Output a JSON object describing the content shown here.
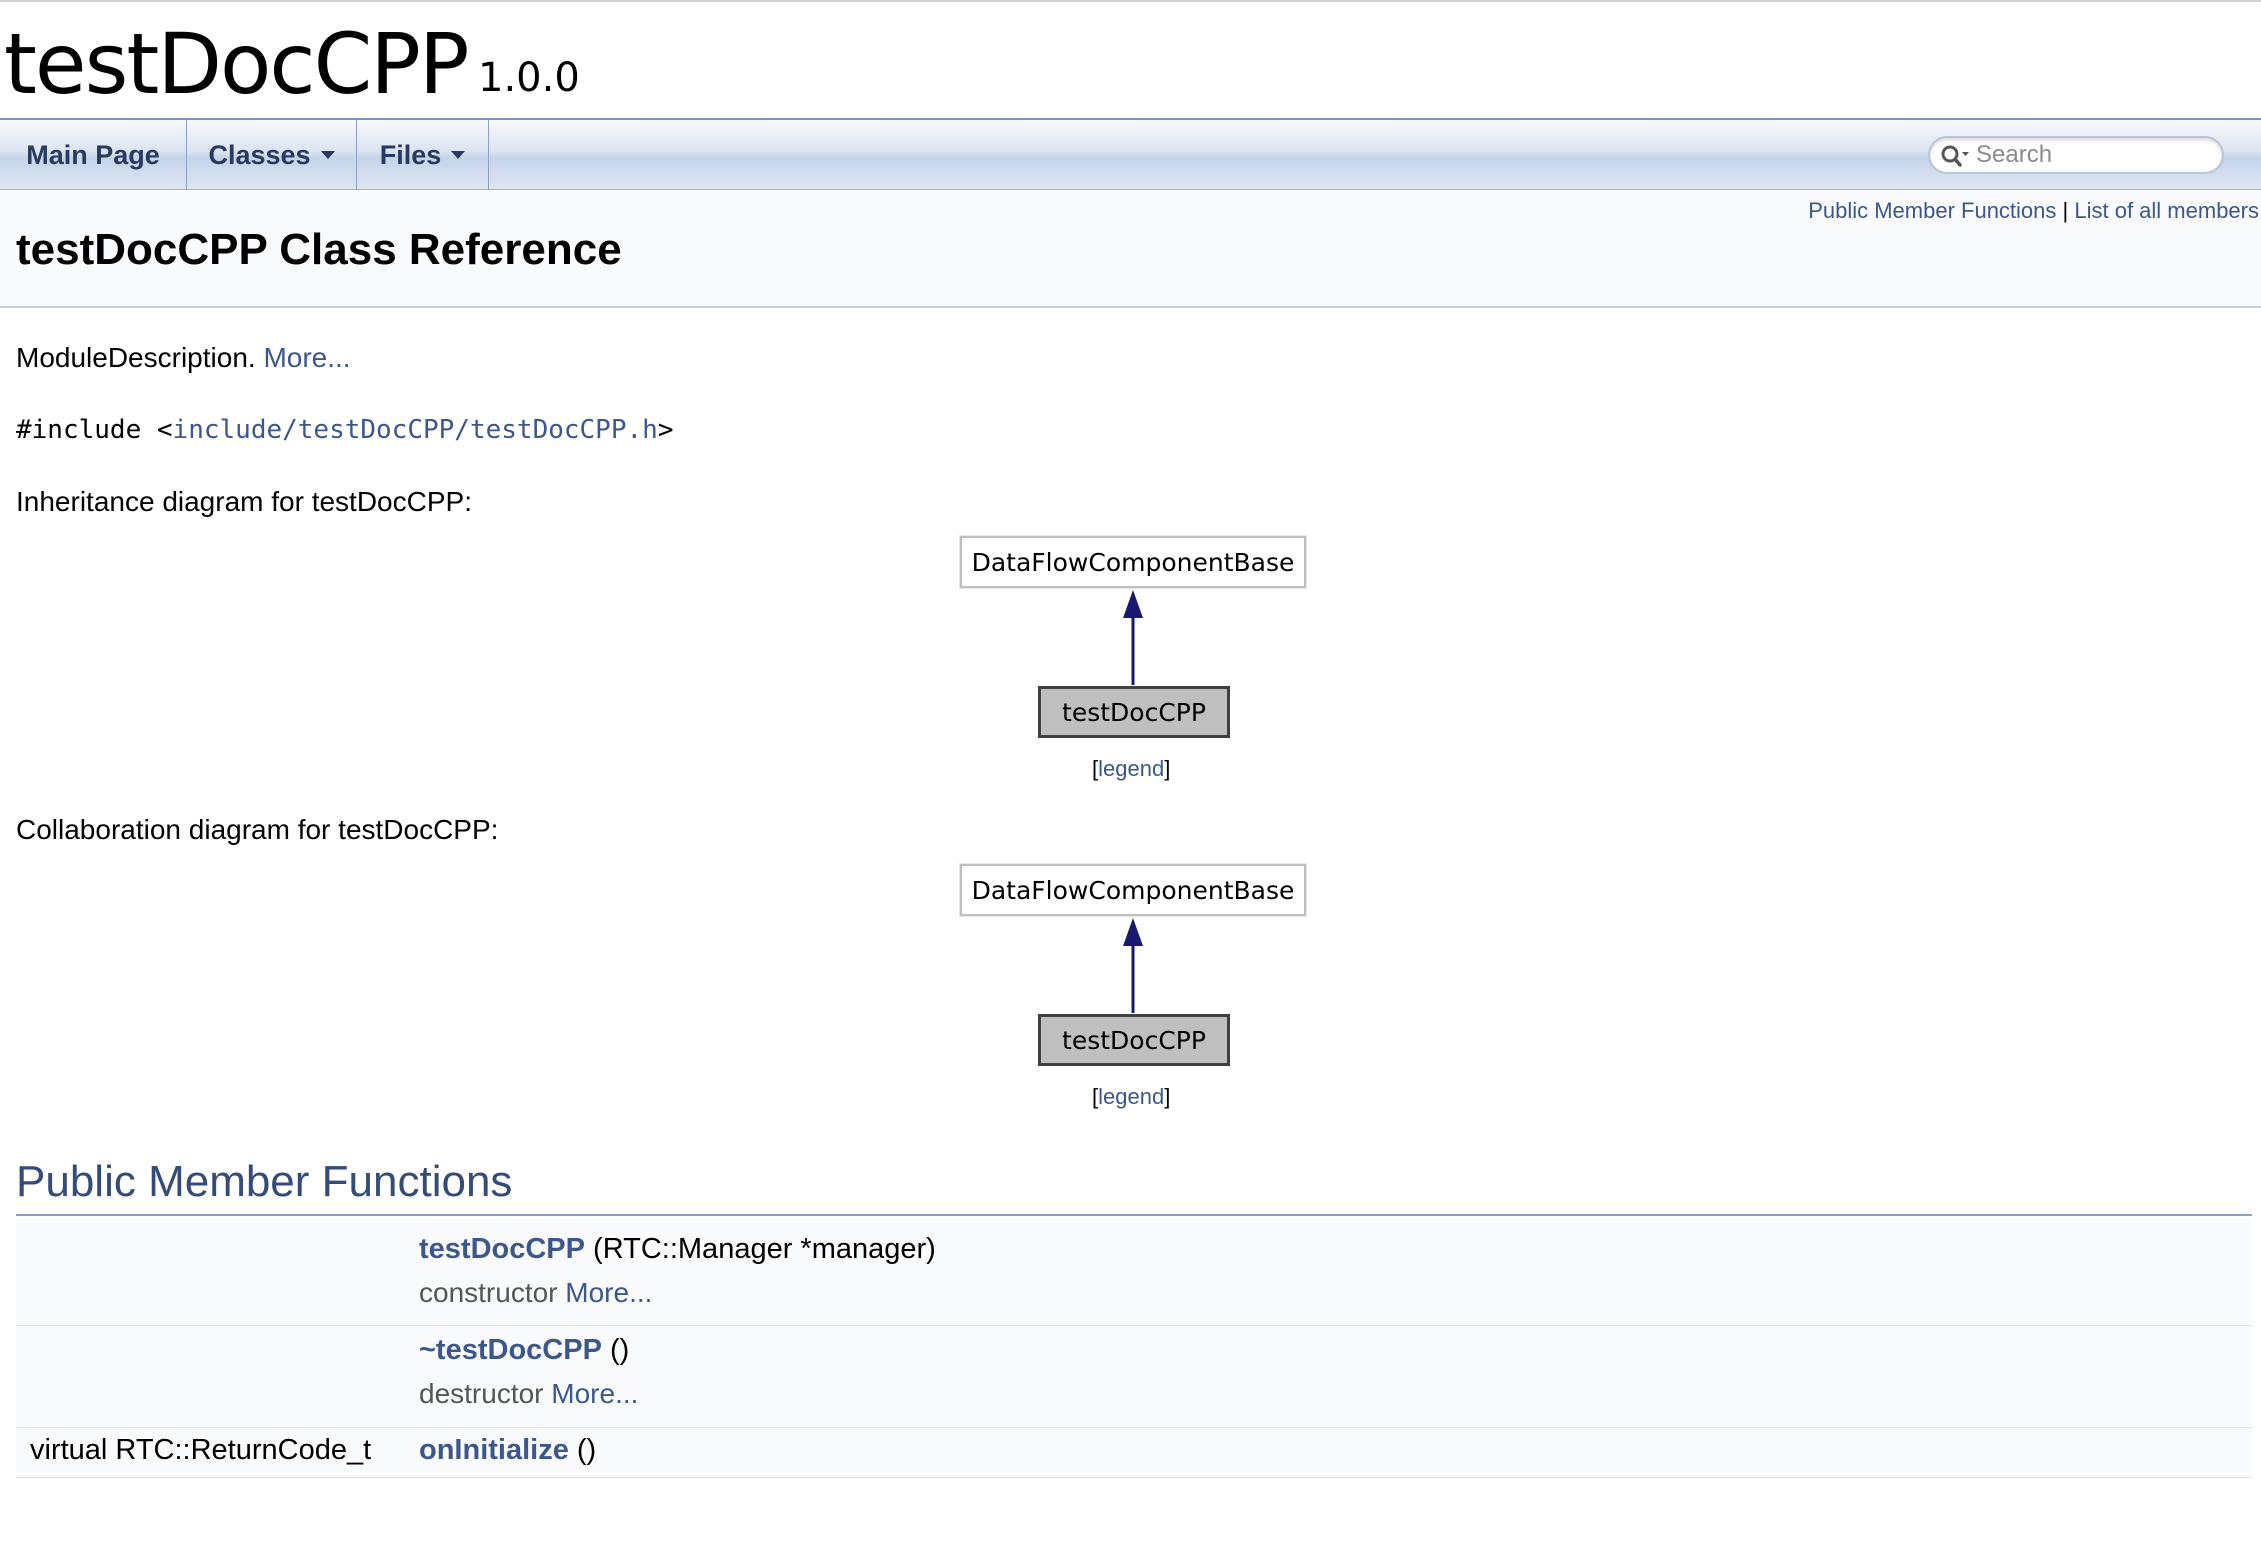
{
  "project": {
    "name": "testDocCPP",
    "number": "1.0.0"
  },
  "nav": {
    "tabs": [
      {
        "label": "Main Page"
      },
      {
        "label": "Classes"
      },
      {
        "label": "Files"
      }
    ],
    "search_placeholder": "Search"
  },
  "header": {
    "summary_links": [
      "Public Member Functions",
      "List of all members"
    ],
    "summary_separator": "|",
    "title": "testDocCPP Class Reference"
  },
  "brief": {
    "text": "ModuleDescription.",
    "more": "More..."
  },
  "include": {
    "prefix": "#include ",
    "open": "<",
    "path": "include/testDocCPP/testDocCPP.h",
    "close": ">"
  },
  "inheritance": {
    "caption": "Inheritance diagram for testDocCPP:",
    "base": "DataFlowComponentBase",
    "current": "testDocCPP",
    "legend": "legend"
  },
  "collaboration": {
    "caption": "Collaboration diagram for testDocCPP:",
    "base": "DataFlowComponentBase",
    "current": "testDocCPP",
    "legend": "legend"
  },
  "public_member_functions": {
    "heading": "Public Member Functions",
    "members": [
      {
        "type": "",
        "name": "testDocCPP",
        "args": " (RTC::Manager *manager)",
        "desc": "constructor ",
        "more": "More..."
      },
      {
        "type": "",
        "name": "~testDocCPP",
        "args": " ()",
        "desc": "destructor ",
        "more": "More..."
      },
      {
        "type": "virtual RTC::ReturnCode_t",
        "name": "onInitialize",
        "args": " ()",
        "desc": "",
        "more": ""
      }
    ]
  },
  "colors": {
    "link": "#3d578c",
    "heading": "#354c7b",
    "arrow": "#191970"
  }
}
